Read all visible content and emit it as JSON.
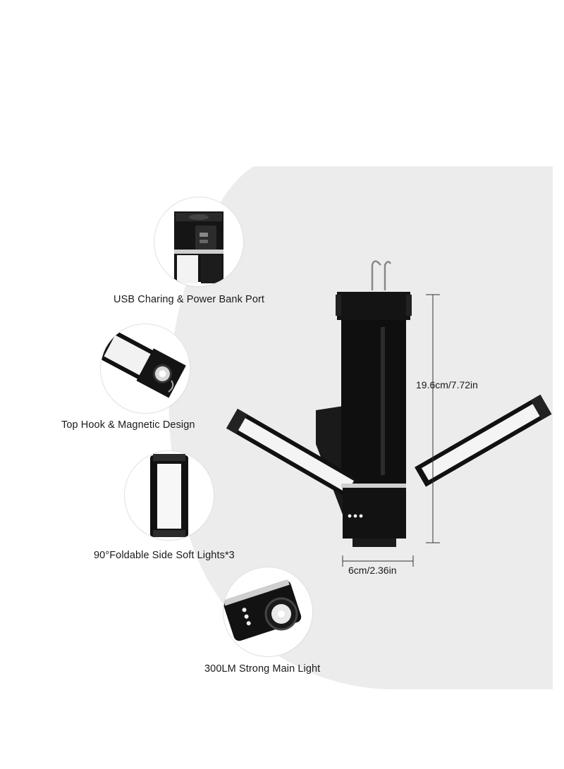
{
  "features": [
    {
      "label": "USB Charing & Power Bank Port",
      "icon": "usb-port-closeup"
    },
    {
      "label": "Top Hook & Magnetic Design",
      "icon": "top-hook-closeup"
    },
    {
      "label": "90°Foldable Side Soft Lights*3",
      "icon": "side-light-panel"
    },
    {
      "label": "300LM Strong Main Light",
      "icon": "main-light-closeup"
    }
  ],
  "dimensions": {
    "height": "19.6cm/7.72in",
    "width": "6cm/2.36in"
  },
  "colors": {
    "background": "#ffffff",
    "backdrop_blob": "#ededed",
    "product_body": "#111111",
    "light_panel": "#f4f4f4"
  }
}
